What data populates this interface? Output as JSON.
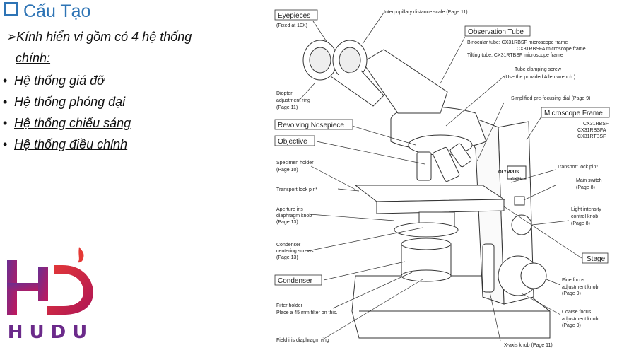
{
  "title": "Cấu Tạo",
  "intro_line1": "➢Kính hiển vi gồm có 4 hệ thống",
  "intro_line2": "chính:",
  "bullets": [
    "Hệ thống giá đỡ",
    "Hệ thống phóng đại",
    "Hệ thống chiếu sáng",
    "Hệ thống điều chỉnh"
  ],
  "logo_text": "HUDU",
  "diagram": {
    "eyepieces": "Eyepieces",
    "eyepieces_sub": "(Fixed at 10X)",
    "interpupillary": "Interpupillary distance scale (Page 11)",
    "observation_tube": "Observation Tube",
    "binocular": "Binocular tube:  CX31RBSF microscope frame",
    "binocular2": "CX31RBSFA microscope frame",
    "tilting": "Tilting tube:    CX31RTBSF microscope frame",
    "tube_clamp": "Tube clamping screw",
    "tube_clamp2": "(Use the provided Allen wrench.)",
    "diopter": "Diopter",
    "diopter2": "adjustment ring",
    "diopter3": "(Page 11)",
    "prefocus": "Simplified pre-focusing dial (Page 9)",
    "frame": "Microscope Frame",
    "frame1": "CX31RBSF",
    "frame2": "CX31RBSFA",
    "frame3": "CX31RTBSF",
    "nosepiece": "Revolving Nosepiece",
    "objective": "Objective",
    "specimen": "Specimen holder",
    "specimen2": "(Page 10)",
    "transport_right": "Transport lock pin*",
    "main_switch": "Main switch",
    "main_switch2": "(Page 8)",
    "transport_left": "Transport lock pin*",
    "aperture": "Aperture iris",
    "aperture2": "diaphragm knob",
    "aperture3": "(Page 13)",
    "light": "Light intensity",
    "light2": "control knob",
    "light3": "(Page 8)",
    "condenser_centering": "Condenser",
    "condenser_centering2": "centering screws",
    "condenser_centering3": "(Page 13)",
    "stage": "Stage",
    "condenser": "Condenser",
    "fine": "Fine focus",
    "fine2": "adjustment knob",
    "fine3": "(Page 9)",
    "filter": "Filter holder",
    "filter2": "Place a 45 mm filter on this.",
    "coarse": "Coarse focus",
    "coarse2": "adjustment knob",
    "coarse3": "(Page 9)",
    "field_iris": "Field iris diaphragm ring",
    "xaxis": "X-axis knob (Page 11)",
    "brand": "OLYMPUS",
    "brand_model": "CX31"
  }
}
